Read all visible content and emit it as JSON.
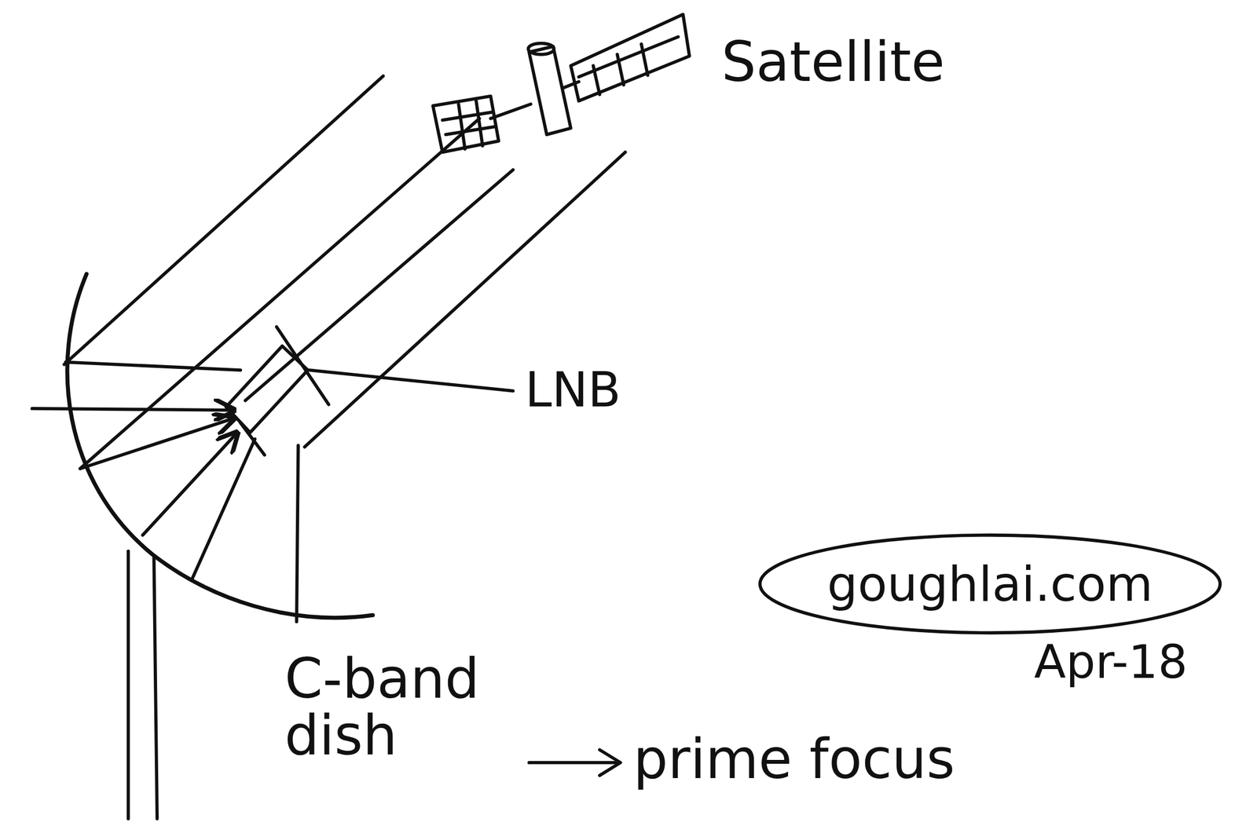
{
  "diagram": {
    "nodes": [
      {
        "text": [
          "goughlai.com"
        ]
      }
    ],
    "labels": [
      "Satellite",
      "LNB",
      "C-band dish",
      "prime focus",
      "Apr-18"
    ]
  }
}
